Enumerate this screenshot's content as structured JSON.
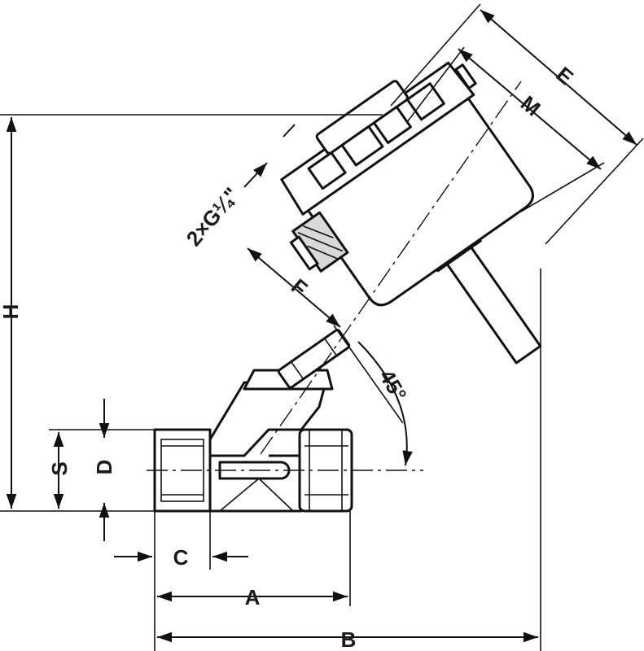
{
  "drawing": {
    "dimension_labels": {
      "H": "H",
      "S": "S",
      "D": "D",
      "C": "C",
      "A": "A",
      "B": "B",
      "E": "E",
      "M": "M",
      "F": "F",
      "port": "2×G¼\"",
      "angle": "45°"
    }
  }
}
